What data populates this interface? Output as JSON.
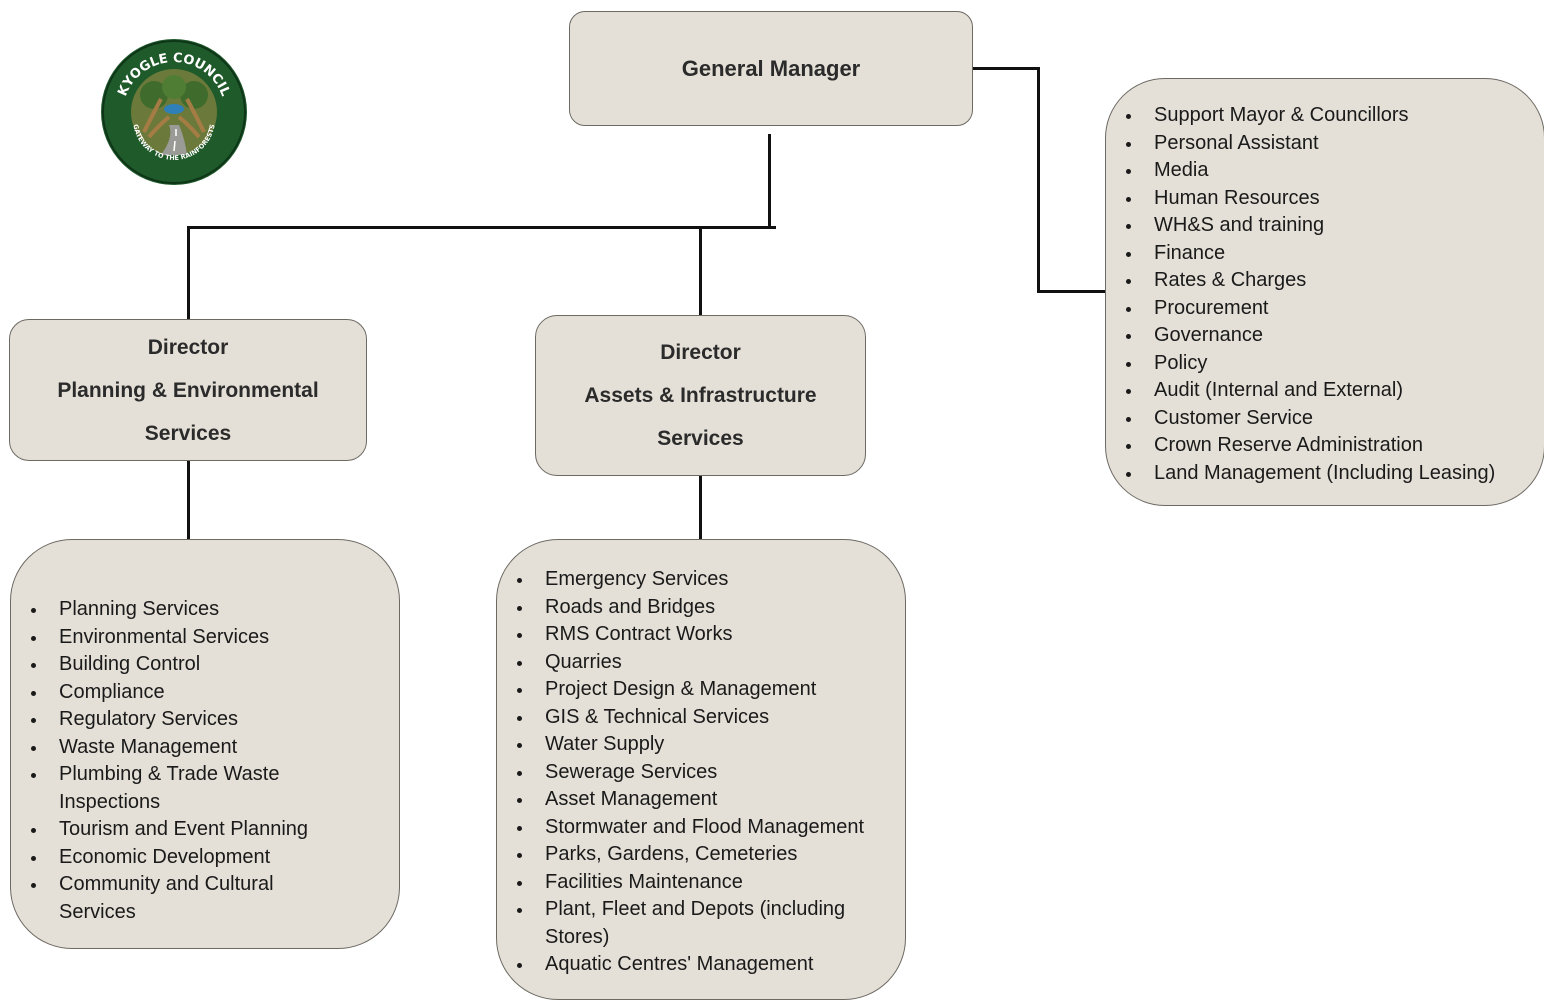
{
  "logo": {
    "text_top": "KYOGLE COUNCIL",
    "text_bottom": "GATEWAY TO THE RAINFORESTS"
  },
  "general_manager": {
    "title": "General Manager",
    "responsibilities": [
      "Support Mayor & Councillors",
      "Personal Assistant",
      "Media",
      "Human Resources",
      "WH&S and training",
      "Finance",
      "Rates & Charges",
      "Procurement",
      "Governance",
      "Policy",
      "Audit (Internal and External)",
      "Customer Service",
      "Crown Reserve Administration",
      "Land Management (Including Leasing)"
    ]
  },
  "director_planning": {
    "title_lines": [
      "Director",
      "Planning & Environmental",
      "Services"
    ],
    "responsibilities": [
      "Planning Services",
      "Environmental Services",
      "Building Control",
      "Compliance",
      "Regulatory Services",
      "Waste Management",
      "Plumbing & Trade Waste Inspections",
      "Tourism and Event Planning",
      "Economic Development",
      "Community and Cultural Services"
    ]
  },
  "director_assets": {
    "title_lines": [
      "Director",
      "Assets & Infrastructure",
      "Services"
    ],
    "responsibilities": [
      "Emergency Services",
      "Roads and Bridges",
      "RMS Contract Works",
      "Quarries",
      "Project Design & Management",
      "GIS & Technical Services",
      "Water Supply",
      "Sewerage Services",
      "Asset Management",
      "Stormwater and Flood Management",
      "Parks, Gardens, Cemeteries",
      "Facilities Maintenance",
      "Plant, Fleet and Depots (including Stores)",
      "Aquatic Centres' Management"
    ]
  },
  "colors": {
    "box_fill": "#e4e0d7",
    "box_border": "#6d6a64",
    "connector": "#111111",
    "logo_green": "#1f5a2a"
  }
}
